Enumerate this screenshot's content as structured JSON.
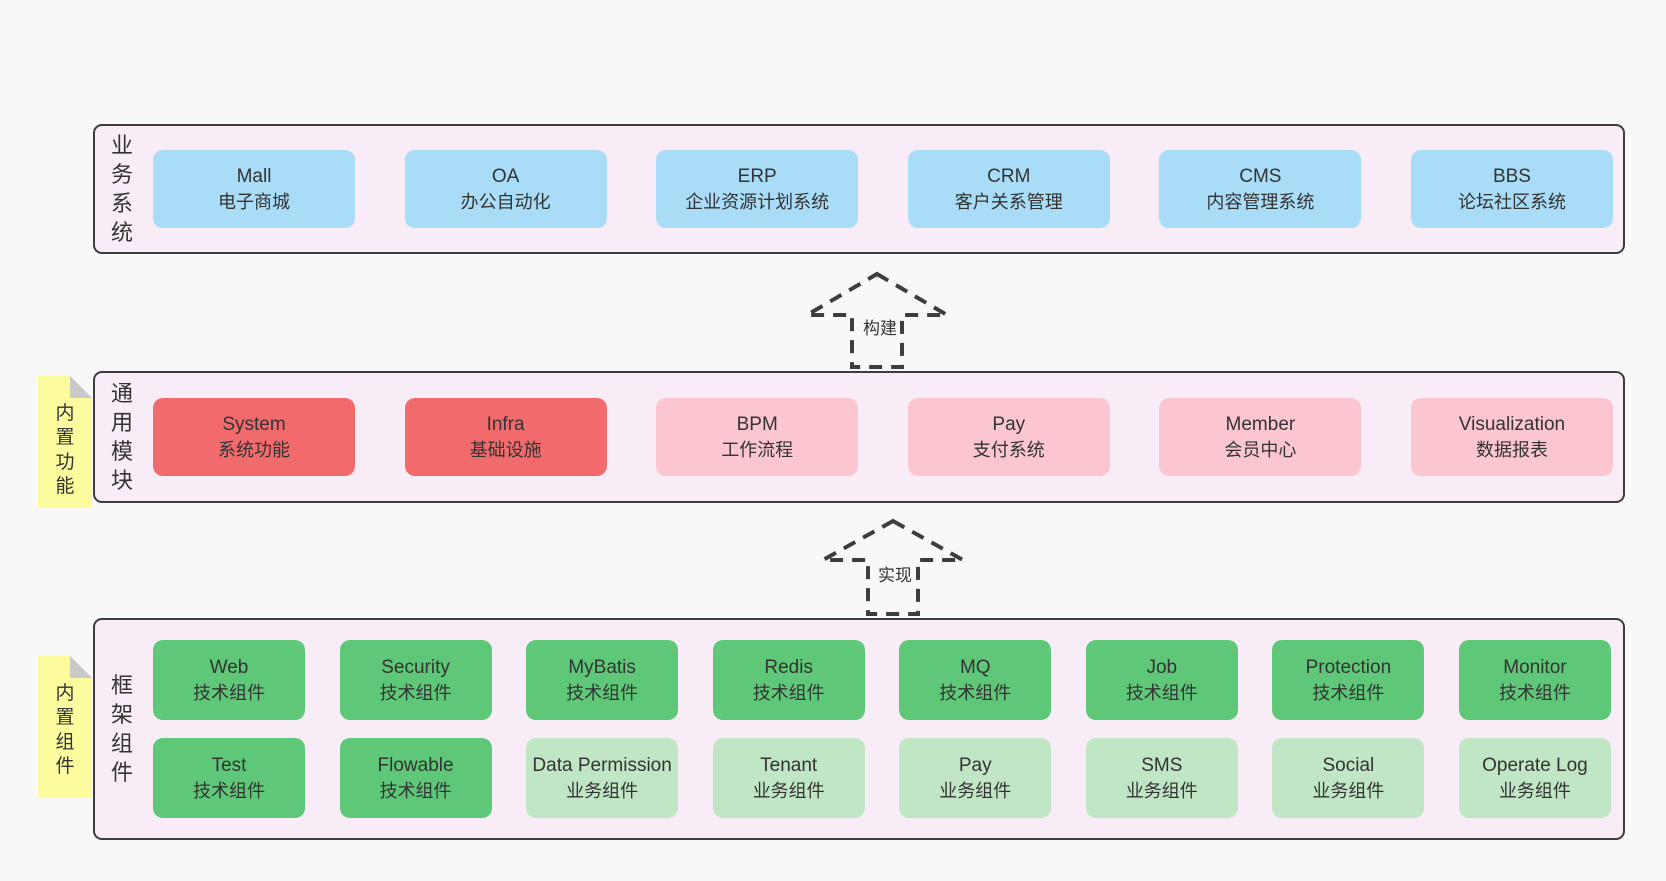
{
  "palette": {
    "page_bg": "#f8f8f8",
    "band_bg": "#f8edf6",
    "band_border": "#3d3d3d",
    "blue": "#a9dcf7",
    "red": "#f16b6d",
    "pink": "#fbc6d0",
    "green": "#5fc878",
    "light_green": "#c0e6c6",
    "sticky_yellow": "#fcfc9e",
    "fold_gray": "#c9c9c9",
    "text": "#333333"
  },
  "bands": [
    {
      "id": "business",
      "label": "业务系统",
      "boxes": [
        {
          "title": "Mall",
          "subtitle": "电子商城",
          "variant": "blue"
        },
        {
          "title": "OA",
          "subtitle": "办公自动化",
          "variant": "blue"
        },
        {
          "title": "ERP",
          "subtitle": "企业资源计划系统",
          "variant": "blue"
        },
        {
          "title": "CRM",
          "subtitle": "客户关系管理",
          "variant": "blue"
        },
        {
          "title": "CMS",
          "subtitle": "内容管理系统",
          "variant": "blue"
        },
        {
          "title": "BBS",
          "subtitle": "论坛社区系统",
          "variant": "blue"
        }
      ]
    },
    {
      "id": "common",
      "label": "通用模块",
      "sticky": "内置功能",
      "boxes": [
        {
          "title": "System",
          "subtitle": "系统功能",
          "variant": "red"
        },
        {
          "title": "Infra",
          "subtitle": "基础设施",
          "variant": "red"
        },
        {
          "title": "BPM",
          "subtitle": "工作流程",
          "variant": "pink"
        },
        {
          "title": "Pay",
          "subtitle": "支付系统",
          "variant": "pink"
        },
        {
          "title": "Member",
          "subtitle": "会员中心",
          "variant": "pink"
        },
        {
          "title": "Visualization",
          "subtitle": "数据报表",
          "variant": "pink"
        }
      ]
    },
    {
      "id": "framework",
      "label": "框架组件",
      "sticky": "内置组件",
      "rows": [
        [
          {
            "title": "Web",
            "subtitle": "技术组件",
            "variant": "green"
          },
          {
            "title": "Security",
            "subtitle": "技术组件",
            "variant": "green"
          },
          {
            "title": "MyBatis",
            "subtitle": "技术组件",
            "variant": "green"
          },
          {
            "title": "Redis",
            "subtitle": "技术组件",
            "variant": "green"
          },
          {
            "title": "MQ",
            "subtitle": "技术组件",
            "variant": "green"
          },
          {
            "title": "Job",
            "subtitle": "技术组件",
            "variant": "green"
          },
          {
            "title": "Protection",
            "subtitle": "技术组件",
            "variant": "green"
          },
          {
            "title": "Monitor",
            "subtitle": "技术组件",
            "variant": "green"
          }
        ],
        [
          {
            "title": "Test",
            "subtitle": "技术组件",
            "variant": "green"
          },
          {
            "title": "Flowable",
            "subtitle": "技术组件",
            "variant": "green"
          },
          {
            "title": "Data Permission",
            "subtitle": "业务组件",
            "variant": "lightgreen"
          },
          {
            "title": "Tenant",
            "subtitle": "业务组件",
            "variant": "lightgreen"
          },
          {
            "title": "Pay",
            "subtitle": "业务组件",
            "variant": "lightgreen"
          },
          {
            "title": "SMS",
            "subtitle": "业务组件",
            "variant": "lightgreen"
          },
          {
            "title": "Social",
            "subtitle": "业务组件",
            "variant": "lightgreen"
          },
          {
            "title": "Operate Log",
            "subtitle": "业务组件",
            "variant": "lightgreen"
          }
        ]
      ]
    }
  ],
  "arrows": [
    {
      "label": "构建"
    },
    {
      "label": "实现"
    }
  ]
}
